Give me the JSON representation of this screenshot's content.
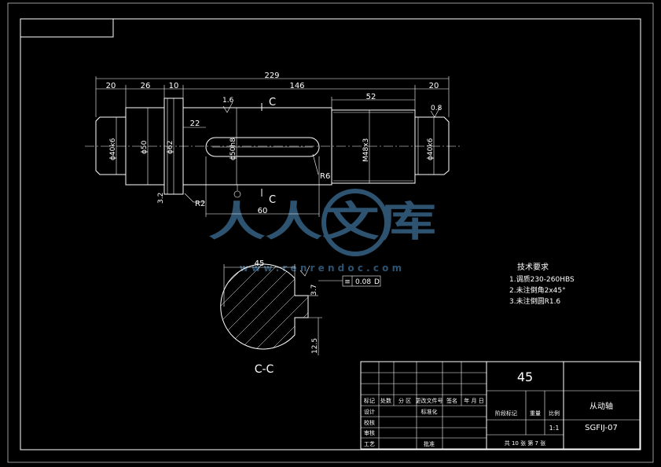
{
  "title_box": "",
  "dimensions": {
    "overall_length": "229",
    "seg_left_end": "20",
    "seg_26": "26",
    "seg_10": "10",
    "seg_146": "146",
    "seg_right_end": "20",
    "thread_len": "52",
    "key_offset": "22",
    "key_len": "60",
    "dia_left_bearing": "ϕ40k6",
    "dia_50": "ϕ50",
    "dia_62": "ϕ62",
    "dia_keyed": "ϕ50h8",
    "thread": "M48x3",
    "dia_right_bearing": "ϕ40k6",
    "fillet_r2": "R2",
    "fillet_r6": "R6",
    "shoulder_3_2": "3.2",
    "rough_1_6": "1.6",
    "rough_0_8": "0.8",
    "section_mark": "C",
    "section_45": "45",
    "section_3_7": "3.7",
    "section_12": "12.5",
    "tolerance_frame": "0.08",
    "tolerance_datum": "D",
    "section_label": "C-C"
  },
  "tech_requirements": {
    "heading": "技术要求",
    "items": [
      "1.调质230-260HBS",
      "2.未注倒角2x45°",
      "3.未注倒圆R1.6"
    ]
  },
  "watermark": {
    "brand": "人人文库",
    "url": "w w w . r e n r e n d o c . c o m"
  },
  "title_block": {
    "material": "45",
    "part_name": "从动轴",
    "drawing_no": "SGFIJ-07",
    "row_headers": [
      "标记",
      "处数",
      "分 区",
      "更改文件号",
      "签名",
      "年 月 日"
    ],
    "design": "设计",
    "standardize": "标准化",
    "check": "审核",
    "process": "工艺",
    "approve": "批准",
    "stage_mark": "阶段标记",
    "weight": "重量",
    "scale_label": "比例",
    "scale": "1:1",
    "sheets": "共 10 张  第 7 张",
    "extra": "校核"
  }
}
